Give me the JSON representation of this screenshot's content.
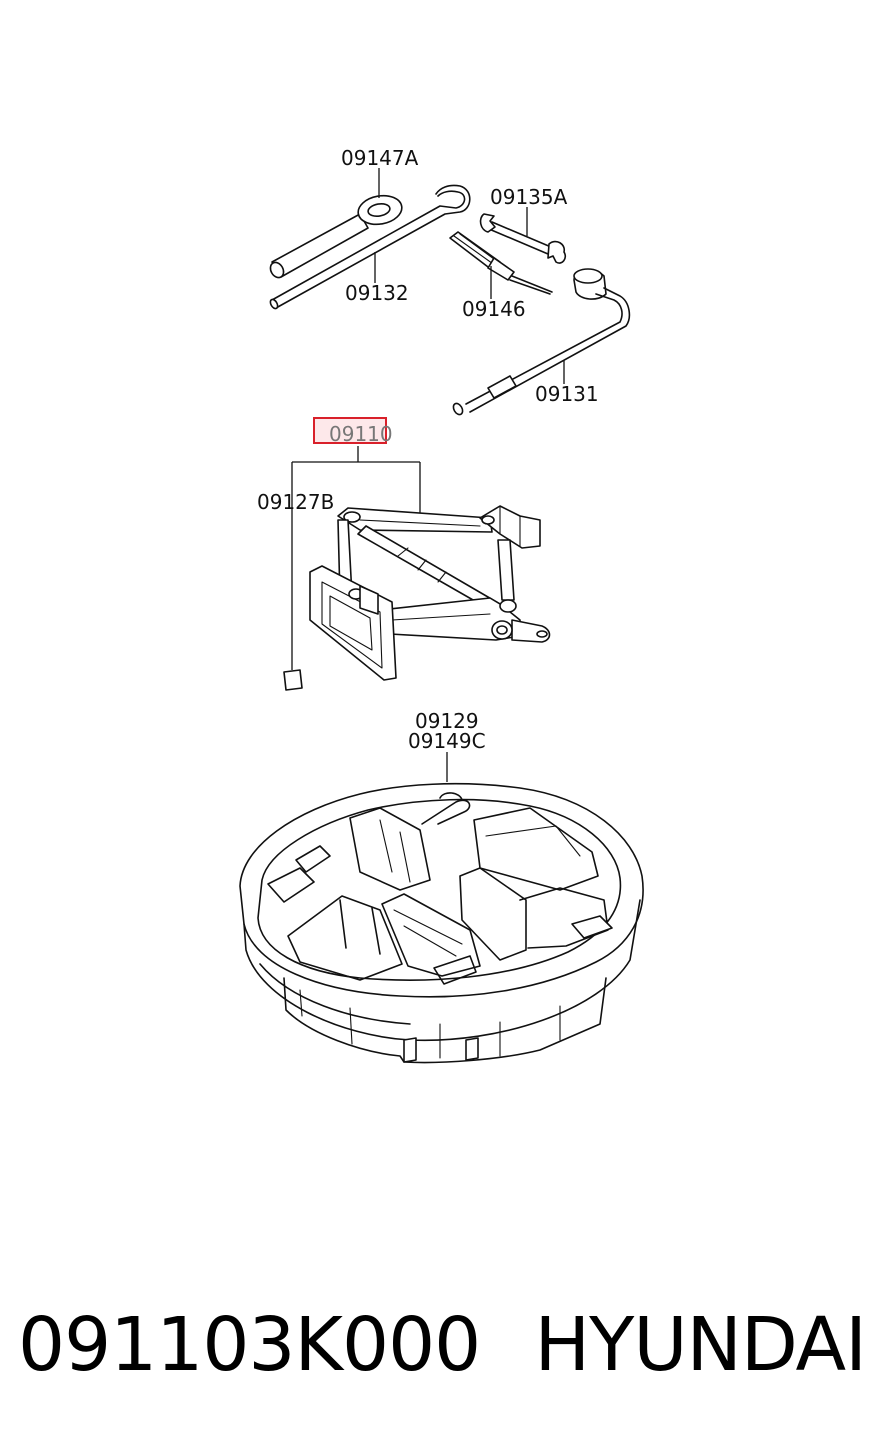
{
  "diagram": {
    "callouts": {
      "socket_wrench": "09147A",
      "handle_rod": "09132",
      "spanner": "09135A",
      "screwdriver": "09146",
      "lug_wrench": "09131",
      "jack_assy": "09110",
      "jack_label": "09127B",
      "tray_a": "09129",
      "tray_b": "09149C"
    },
    "highlight_color": "#d9202a",
    "highlight_fill": "#fde8ea"
  },
  "caption": {
    "part_number": "091103K000",
    "brand": "HYUNDAI"
  }
}
